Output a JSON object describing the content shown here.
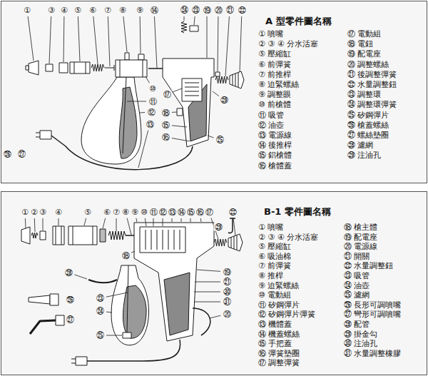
{
  "diagram": {
    "nodes": [
      {
        "text": [
          "A 型零件圖名稱"
        ]
      },
      {
        "text": [
          "B-1 零件圖名稱"
        ]
      }
    ],
    "labels": [
      "①",
      "③",
      "④",
      "⑤",
      "⑥",
      "⑦",
      "⑧",
      "⑨",
      "⑭",
      "㉔",
      "㉓",
      "⑲",
      "⑳",
      "㉑",
      "㉒",
      "⑩",
      "⑰",
      "㉙",
      "⑪",
      "⑫",
      "⑱",
      "⑬",
      "⑮",
      "⑯",
      "㉕",
      "㉖",
      "㉗",
      "① 噴嘴",
      "② ③ ④ 分水活塞",
      "⑤ 壓縮缸",
      "⑥ 前彈簧",
      "⑦ 前推桿",
      "⑧ 迫緊螺絲",
      "⑨ 調整眼",
      "⑩ 前槍體",
      "⑪ 吸管",
      "⑫ 油壺",
      "⑬ 電源線",
      "⑭ 後推桿",
      "⑮ 鋁槍體",
      "⑯ 槍體蓋",
      "⑰ 電動組",
      "⑱ 電鈕",
      "⑲ 配電座",
      "⑳ 調整螺絲",
      "㉑ 後調整彈簧",
      "㉒ 水量調整鈕",
      "㉓ 調整環",
      "㉔ 調整環彈簧",
      "㉕ 矽鋼彈片",
      "㉖ 槍蓋螺絲",
      "㉗ 螺絲墊圈",
      "㉘ 濾網",
      "㉙ 注油孔",
      "①",
      "②",
      "③",
      "④",
      "⑤",
      "⑥",
      "⑦",
      "⑧",
      "⑨",
      "⑩",
      "⑪",
      "⑫",
      "⑬",
      "⑭",
      "⑮",
      "⑯",
      "⑰",
      "㉒",
      "㉙",
      "⑱",
      "㉘",
      "⑲",
      "㉑",
      "㉚",
      "㉛",
      "⑳",
      "㉖",
      "㉓",
      "㉔",
      "㉗",
      "㉕",
      "① 噴嘴",
      "② ③ ④ 分水活塞",
      "⑤ 壓縮缸",
      "⑥ 吸油棉",
      "⑦ 前彈簧",
      "⑧ 推桿",
      "⑨ 迫緊螺絲",
      "⑩ 電動組",
      "⑪ 矽鋼彈片",
      "⑫ 矽鋼彈片彈簧",
      "⑬ 機體蓋",
      "⑭ 機蓋螺絲",
      "⑮ 手把蓋",
      "⑯ 彈簧墊圈",
      "⑰ 調整彈簧",
      "⑱ 槍主體",
      "⑲ 配電座",
      "⑳ 電源線",
      "㉑ 開關",
      "㉒ 水量調整鈕",
      "㉓ 吸管",
      "㉔ 油壺",
      "㉕ 濾網",
      "㉖ 長形可調噴嘴",
      "㉗ 彎形可調噴嘴",
      "㉘ 配管",
      "㉙ 掛金勾",
      "㉚ 注油孔",
      "㉛ 水量調整橡膠"
    ]
  }
}
